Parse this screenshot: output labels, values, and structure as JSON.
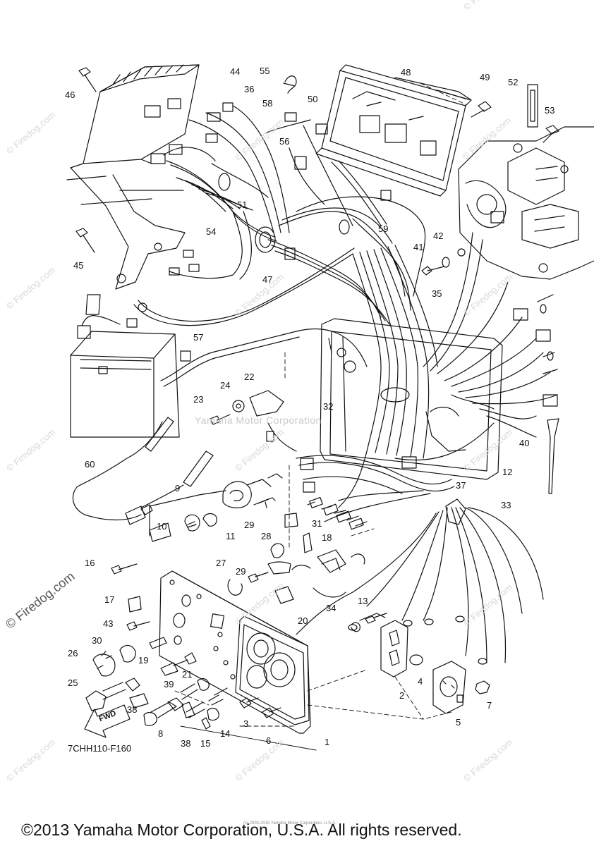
{
  "diagram": {
    "part_code": "7CHH110-F160",
    "fwd_label": "FWD",
    "copyright": "©2013 Yamaha Motor Corporation, U.S.A. All rights reserved.",
    "tiny_notice": "(c) 2003-2015 Yamaha Motor Corporation, U.S.A.",
    "center_watermark": "Yamaha Motor Corporation",
    "watermark_main": "© Firedog.com",
    "watermark_faint": "© Firedog.com",
    "callouts": [
      "1",
      "2",
      "3",
      "4",
      "5",
      "6",
      "7",
      "8",
      "9",
      "10",
      "11",
      "12",
      "13",
      "14",
      "15",
      "16",
      "17",
      "18",
      "19",
      "20",
      "21",
      "22",
      "23",
      "24",
      "25",
      "26",
      "27",
      "28",
      "29",
      "29",
      "30",
      "31",
      "32",
      "33",
      "34",
      "35",
      "36",
      "37",
      "38",
      "38",
      "39",
      "40",
      "41",
      "42",
      "43",
      "44",
      "45",
      "46",
      "47",
      "48",
      "49",
      "50",
      "51",
      "52",
      "53",
      "54",
      "55",
      "56",
      "57",
      "58",
      "59",
      "60"
    ]
  }
}
